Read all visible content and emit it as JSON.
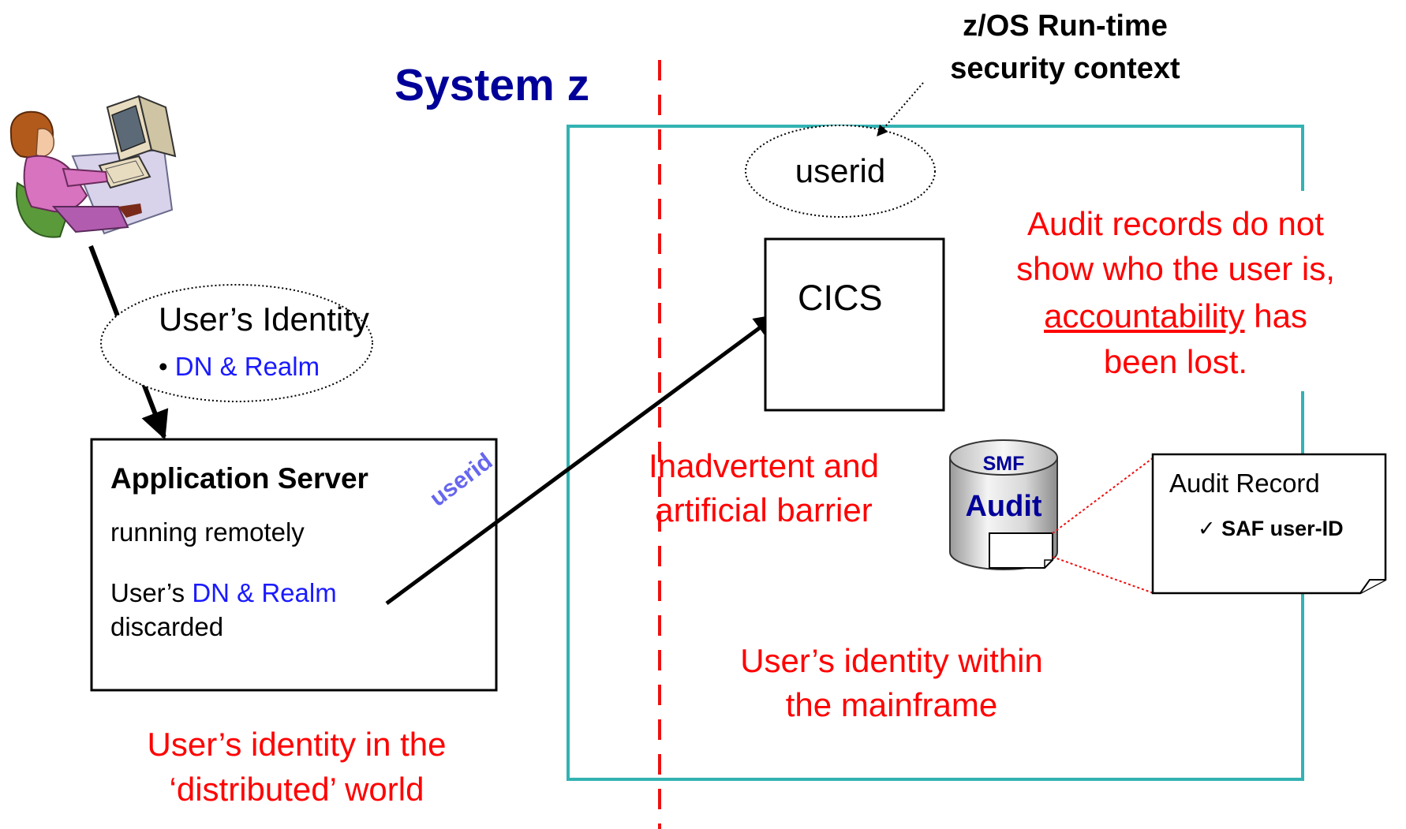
{
  "headings": {
    "system_z": "System z",
    "runtime_context_line1": "z/OS Run-time",
    "runtime_context_line2": "security context"
  },
  "identity_bubble": {
    "title": "User’s Identity",
    "bullet": "•",
    "item": "DN & Realm"
  },
  "app_server": {
    "title": "Application Server",
    "subtitle": "running remotely",
    "line1_prefix": "User’s",
    "line1_highlight": "DN & Realm",
    "line2": "discarded"
  },
  "flow_label": "userid",
  "userid_ellipse": "userid",
  "cics_box": "CICS",
  "barrier": {
    "line1": "Inadvertent and",
    "line2": "artificial barrier"
  },
  "audit_note": {
    "line1": "Audit records do not",
    "line2": "show who the user is,",
    "line3_underlined": "accountability",
    "line3_rest": " has",
    "line4": "been lost."
  },
  "smf_db": {
    "top_label": "SMF",
    "main_label": "Audit"
  },
  "audit_record": {
    "title": "Audit Record",
    "check": "✓",
    "item": "SAF user-ID"
  },
  "mainframe_caption": {
    "line1": "User’s identity within",
    "line2": "the mainframe"
  },
  "distributed_caption": {
    "line1": "User’s identity in the",
    "line2": "‘distributed’ world"
  },
  "colors": {
    "heading_blue": "#000099",
    "accent_red": "#ff0000",
    "link_blue": "#1a1aff",
    "teal_border": "#33b2b2",
    "userid_label": "#6666ee"
  }
}
